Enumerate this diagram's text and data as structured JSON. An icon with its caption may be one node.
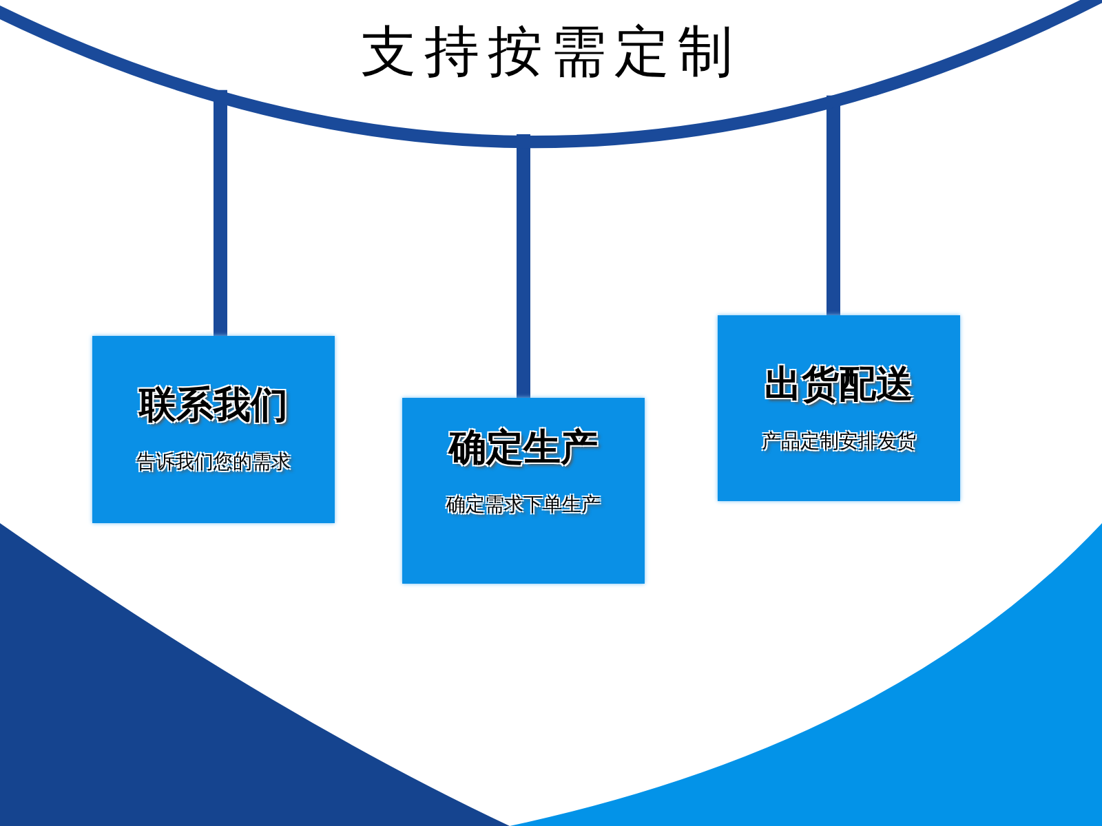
{
  "diagram": {
    "title": "支持按需定制",
    "nodes": [
      {
        "text": [],
        "shape": "bar"
      },
      {
        "text": [
          "联系我们",
          "告诉我们您的需求"
        ]
      },
      {
        "text": [
          "确定生产",
          "确定需求下单生产"
        ]
      },
      {
        "text": [
          "出货配送",
          "产品定制安排发货"
        ]
      }
    ],
    "edges": [
      {
        "from": 0,
        "to": 1,
        "arrow": "none"
      },
      {
        "from": 0,
        "to": 2,
        "arrow": "none"
      },
      {
        "from": 0,
        "to": 3,
        "arrow": "none"
      }
    ]
  }
}
